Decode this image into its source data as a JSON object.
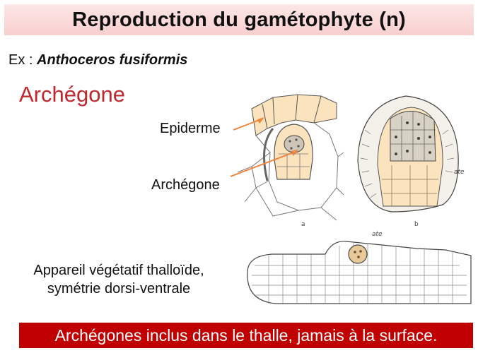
{
  "slide": {
    "title": "Reproduction du gamétophyte (n)",
    "example_prefix": "Ex : ",
    "example_species": "Anthoceros fusiformis",
    "heading": "Archégone",
    "label_epiderme": "Epiderme",
    "label_archegone": "Archégone",
    "habit_line1": "Appareil végétatif thalloïde,",
    "habit_line2": "symétrie dorsi-ventrale",
    "footer": "Archégones inclus dans le thalle, jamais à la surface.",
    "figure_a_letter": "a",
    "figure_b_letter": "b",
    "figure_b_label": "ate",
    "figure_c_label": "ate"
  },
  "colors": {
    "accent_red": "#c0272d",
    "footer_red": "#c00000",
    "title_pink": "#f8cfcf",
    "tissue_tan": "#fbe3bd"
  }
}
